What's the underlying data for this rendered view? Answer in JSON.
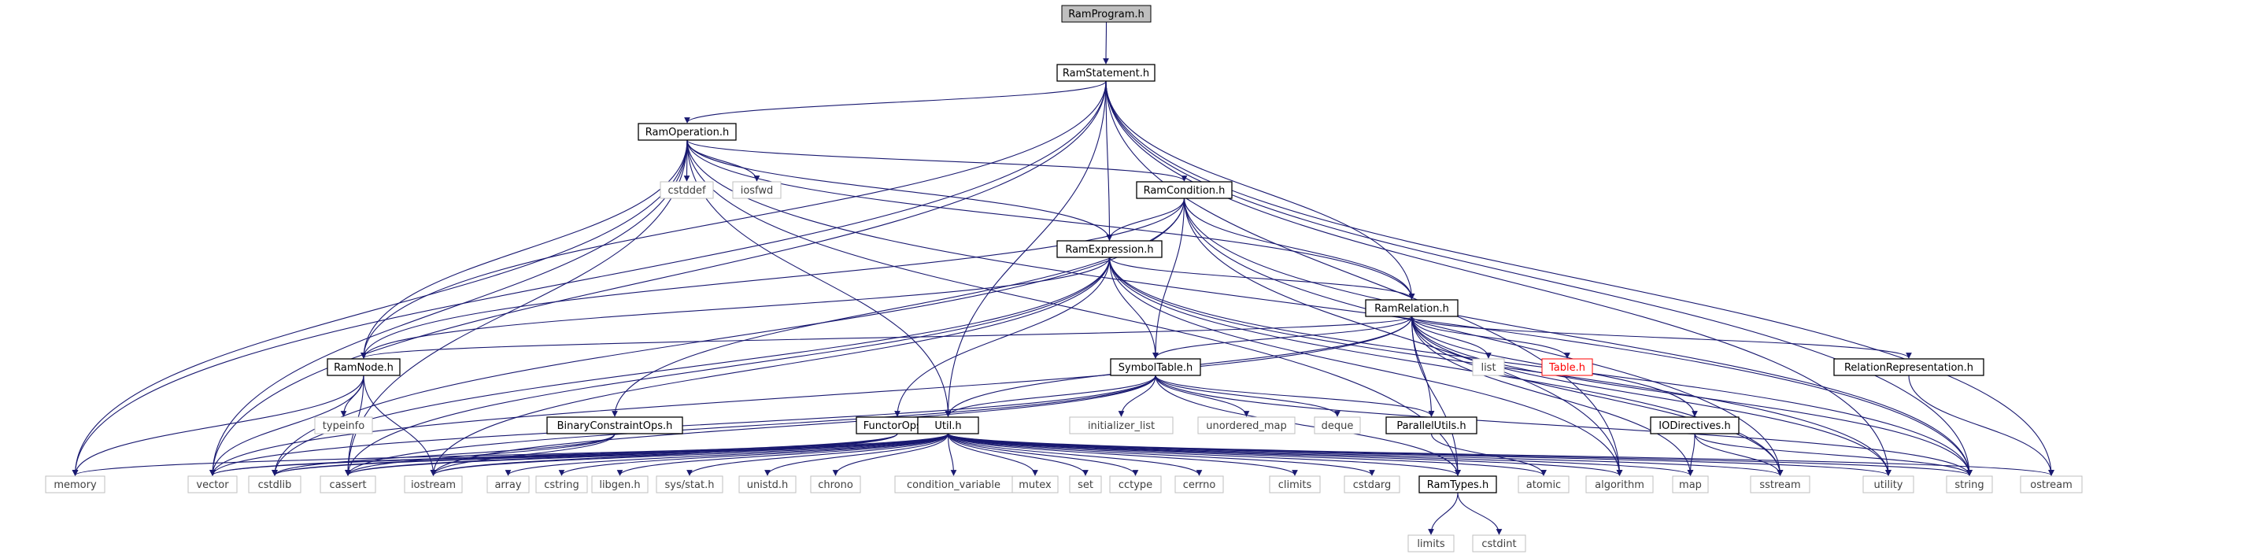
{
  "nodes": {
    "RamProgram": {
      "label": "RamProgram.h",
      "style": "root"
    },
    "RamStatement": {
      "label": "RamStatement.h",
      "style": "doc"
    },
    "RamOperation": {
      "label": "RamOperation.h",
      "style": "doc"
    },
    "RamCondition": {
      "label": "RamCondition.h",
      "style": "doc"
    },
    "RamExpression": {
      "label": "RamExpression.h",
      "style": "doc"
    },
    "RamRelation": {
      "label": "RamRelation.h",
      "style": "doc"
    },
    "RamNode": {
      "label": "RamNode.h",
      "style": "doc"
    },
    "SymbolTable": {
      "label": "SymbolTable.h",
      "style": "doc"
    },
    "BinaryConstraintOps": {
      "label": "BinaryConstraintOps.h",
      "style": "doc"
    },
    "FunctorOps": {
      "label": "FunctorOps.h",
      "style": "doc"
    },
    "Util": {
      "label": "Util.h",
      "style": "doc"
    },
    "ParallelUtils": {
      "label": "ParallelUtils.h",
      "style": "doc"
    },
    "IODirectives": {
      "label": "IODirectives.h",
      "style": "doc"
    },
    "RelationRepresentation": {
      "label": "RelationRepresentation.h",
      "style": "doc"
    },
    "RamTypes": {
      "label": "RamTypes.h",
      "style": "doc"
    },
    "TableH": {
      "label": "Table.h",
      "style": "missing"
    },
    "cstddef": {
      "label": "cstddef",
      "style": "sys"
    },
    "iosfwd": {
      "label": "iosfwd",
      "style": "sys"
    },
    "list": {
      "label": "list",
      "style": "sys"
    },
    "typeinfo": {
      "label": "typeinfo",
      "style": "sys"
    },
    "initializer_list": {
      "label": "initializer_list",
      "style": "sys"
    },
    "unordered_map": {
      "label": "unordered_map",
      "style": "sys"
    },
    "deque": {
      "label": "deque",
      "style": "sys"
    },
    "memory": {
      "label": "memory",
      "style": "sys"
    },
    "vector": {
      "label": "vector",
      "style": "sys"
    },
    "cstdlib": {
      "label": "cstdlib",
      "style": "sys"
    },
    "cassert": {
      "label": "cassert",
      "style": "sys"
    },
    "iostream": {
      "label": "iostream",
      "style": "sys"
    },
    "array": {
      "label": "array",
      "style": "sys"
    },
    "cstring": {
      "label": "cstring",
      "style": "sys"
    },
    "libgen": {
      "label": "libgen.h",
      "style": "sys"
    },
    "sysstat": {
      "label": "sys/stat.h",
      "style": "sys"
    },
    "unistd": {
      "label": "unistd.h",
      "style": "sys"
    },
    "chrono": {
      "label": "chrono",
      "style": "sys"
    },
    "condition_variable": {
      "label": "condition_variable",
      "style": "sys"
    },
    "mutex": {
      "label": "mutex",
      "style": "sys"
    },
    "set": {
      "label": "set",
      "style": "sys"
    },
    "cctype": {
      "label": "cctype",
      "style": "sys"
    },
    "cerrno": {
      "label": "cerrno",
      "style": "sys"
    },
    "climits": {
      "label": "climits",
      "style": "sys"
    },
    "cstdarg": {
      "label": "cstdarg",
      "style": "sys"
    },
    "atomic": {
      "label": "atomic",
      "style": "sys"
    },
    "algorithm": {
      "label": "algorithm",
      "style": "sys"
    },
    "map": {
      "label": "map",
      "style": "sys"
    },
    "sstream": {
      "label": "sstream",
      "style": "sys"
    },
    "utility": {
      "label": "utility",
      "style": "sys"
    },
    "string": {
      "label": "string",
      "style": "sys"
    },
    "ostream": {
      "label": "ostream",
      "style": "sys"
    },
    "limits": {
      "label": "limits",
      "style": "sys"
    },
    "cstdint": {
      "label": "cstdint",
      "style": "sys"
    }
  },
  "edges": [
    [
      "RamProgram",
      "RamStatement"
    ],
    [
      "RamStatement",
      "RamOperation"
    ],
    [
      "RamStatement",
      "RamExpression"
    ],
    [
      "RamStatement",
      "RamRelation"
    ],
    [
      "RamStatement",
      "RamNode"
    ],
    [
      "RamStatement",
      "Util"
    ],
    [
      "RamStatement",
      "memory"
    ],
    [
      "RamStatement",
      "vector"
    ],
    [
      "RamStatement",
      "algorithm"
    ],
    [
      "RamStatement",
      "utility"
    ],
    [
      "RamStatement",
      "string"
    ],
    [
      "RamStatement",
      "ostream"
    ],
    [
      "RamOperation",
      "RamCondition"
    ],
    [
      "RamOperation",
      "RamExpression"
    ],
    [
      "RamOperation",
      "RamRelation"
    ],
    [
      "RamOperation",
      "RamNode"
    ],
    [
      "RamOperation",
      "Util"
    ],
    [
      "RamOperation",
      "RamTypes"
    ],
    [
      "RamOperation",
      "cstddef"
    ],
    [
      "RamOperation",
      "iosfwd"
    ],
    [
      "RamOperation",
      "memory"
    ],
    [
      "RamOperation",
      "vector"
    ],
    [
      "RamOperation",
      "cassert"
    ],
    [
      "RamOperation",
      "string"
    ],
    [
      "RamCondition",
      "RamExpression"
    ],
    [
      "RamCondition",
      "RamRelation"
    ],
    [
      "RamCondition",
      "RamNode"
    ],
    [
      "RamCondition",
      "SymbolTable"
    ],
    [
      "RamCondition",
      "BinaryConstraintOps"
    ],
    [
      "RamCondition",
      "cstdlib"
    ],
    [
      "RamCondition",
      "algorithm"
    ],
    [
      "RamCondition",
      "sstream"
    ],
    [
      "RamCondition",
      "string"
    ],
    [
      "RamExpression",
      "RamRelation"
    ],
    [
      "RamExpression",
      "RamNode"
    ],
    [
      "RamExpression",
      "SymbolTable"
    ],
    [
      "RamExpression",
      "FunctorOps"
    ],
    [
      "RamExpression",
      "iostream"
    ],
    [
      "RamExpression",
      "cassert"
    ],
    [
      "RamExpression",
      "cstdlib"
    ],
    [
      "RamExpression",
      "utility"
    ],
    [
      "RamExpression",
      "string"
    ],
    [
      "RamExpression",
      "algorithm"
    ],
    [
      "RamExpression",
      "sstream"
    ],
    [
      "RamRelation",
      "RamNode"
    ],
    [
      "RamRelation",
      "SymbolTable"
    ],
    [
      "RamRelation",
      "Util"
    ],
    [
      "RamRelation",
      "ParallelUtils"
    ],
    [
      "RamRelation",
      "IODirectives"
    ],
    [
      "RamRelation",
      "RelationRepresentation"
    ],
    [
      "RamRelation",
      "RamTypes"
    ],
    [
      "RamRelation",
      "TableH"
    ],
    [
      "RamRelation",
      "list"
    ],
    [
      "RamRelation",
      "vector"
    ],
    [
      "RamRelation",
      "map"
    ],
    [
      "RamRelation",
      "string"
    ],
    [
      "RamRelation",
      "sstream"
    ],
    [
      "RamRelation",
      "utility"
    ],
    [
      "RamNode",
      "typeinfo"
    ],
    [
      "RamNode",
      "memory"
    ],
    [
      "RamNode",
      "vector"
    ],
    [
      "RamNode",
      "cassert"
    ],
    [
      "RamNode",
      "iostream"
    ],
    [
      "SymbolTable",
      "Util"
    ],
    [
      "SymbolTable",
      "ParallelUtils"
    ],
    [
      "SymbolTable",
      "RamTypes"
    ],
    [
      "SymbolTable",
      "initializer_list"
    ],
    [
      "SymbolTable",
      "unordered_map"
    ],
    [
      "SymbolTable",
      "deque"
    ],
    [
      "SymbolTable",
      "iostream"
    ],
    [
      "SymbolTable",
      "cassert"
    ],
    [
      "SymbolTable",
      "string"
    ],
    [
      "SymbolTable",
      "vector"
    ],
    [
      "BinaryConstraintOps",
      "cassert"
    ],
    [
      "BinaryConstraintOps",
      "iostream"
    ],
    [
      "BinaryConstraintOps",
      "cstdlib"
    ],
    [
      "FunctorOps",
      "cassert"
    ],
    [
      "FunctorOps",
      "iostream"
    ],
    [
      "FunctorOps",
      "cstdlib"
    ],
    [
      "FunctorOps",
      "vector"
    ],
    [
      "Util",
      "RamTypes"
    ],
    [
      "Util",
      "memory"
    ],
    [
      "Util",
      "vector"
    ],
    [
      "Util",
      "cstdlib"
    ],
    [
      "Util",
      "cassert"
    ],
    [
      "Util",
      "iostream"
    ],
    [
      "Util",
      "array"
    ],
    [
      "Util",
      "cstring"
    ],
    [
      "Util",
      "libgen"
    ],
    [
      "Util",
      "sysstat"
    ],
    [
      "Util",
      "unistd"
    ],
    [
      "Util",
      "chrono"
    ],
    [
      "Util",
      "condition_variable"
    ],
    [
      "Util",
      "mutex"
    ],
    [
      "Util",
      "set"
    ],
    [
      "Util",
      "cctype"
    ],
    [
      "Util",
      "cerrno"
    ],
    [
      "Util",
      "climits"
    ],
    [
      "Util",
      "cstdarg"
    ],
    [
      "Util",
      "atomic"
    ],
    [
      "Util",
      "algorithm"
    ],
    [
      "Util",
      "map"
    ],
    [
      "Util",
      "sstream"
    ],
    [
      "Util",
      "utility"
    ],
    [
      "Util",
      "string"
    ],
    [
      "Util",
      "ostream"
    ],
    [
      "ParallelUtils",
      "atomic"
    ],
    [
      "IODirectives",
      "map"
    ],
    [
      "IODirectives",
      "sstream"
    ],
    [
      "IODirectives",
      "string"
    ],
    [
      "RelationRepresentation",
      "ostream"
    ],
    [
      "RamTypes",
      "limits"
    ],
    [
      "RamTypes",
      "cstdint"
    ]
  ],
  "colors": {
    "edge": "#191970",
    "doc_border": "#000000",
    "sys_border": "#bfbfbf",
    "sys_text": "#3f3f3f",
    "root_fill": "#bfbfbf",
    "missing": "#ff0000"
  }
}
